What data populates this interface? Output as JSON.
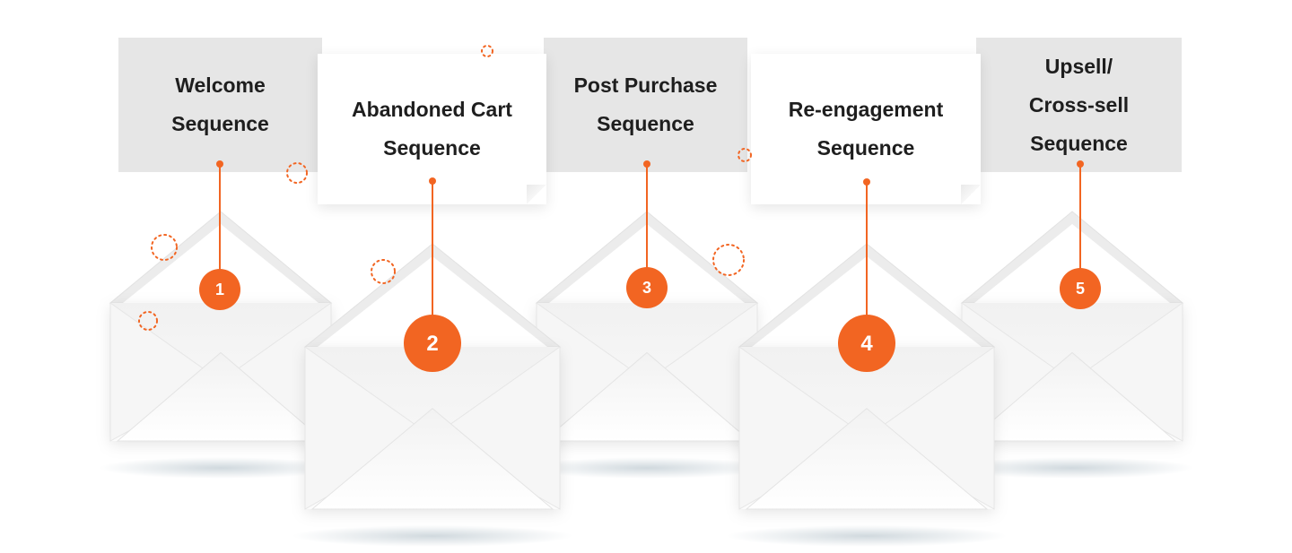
{
  "colors": {
    "accent": "#f26522",
    "card_back": "#e6e6e6",
    "card_front": "#ffffff",
    "envelope": "#f3f3f3",
    "text": "#1e1e1e"
  },
  "steps": [
    {
      "number": "1",
      "label": "Welcome\nSequence"
    },
    {
      "number": "2",
      "label": "Abandoned Cart\nSequence"
    },
    {
      "number": "3",
      "label": "Post Purchase\nSequence"
    },
    {
      "number": "4",
      "label": "Re-engagement\nSequence"
    },
    {
      "number": "5",
      "label": "Upsell/\nCross-sell\nSequence"
    }
  ]
}
